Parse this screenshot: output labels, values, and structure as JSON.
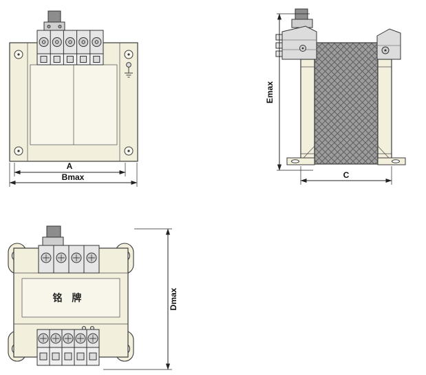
{
  "labels": {
    "dim_a": "A",
    "dim_bmax": "Bmax",
    "dim_emax": "Emax",
    "dim_c": "C",
    "dim_dmax": "Dmax",
    "nameplate": "铭 牌"
  },
  "colors": {
    "body": "#f2efdc",
    "window": "#f8f6ea",
    "coil": "#9d9d9d",
    "hatch": "#5f5f5f",
    "terminal": "#e6e6e6",
    "screw": "#d2d2d2",
    "connector_dark": "#8d8d8d",
    "connector_light": "#cfcfcf",
    "line": "#3a3a3a",
    "dimension": "#222222"
  }
}
